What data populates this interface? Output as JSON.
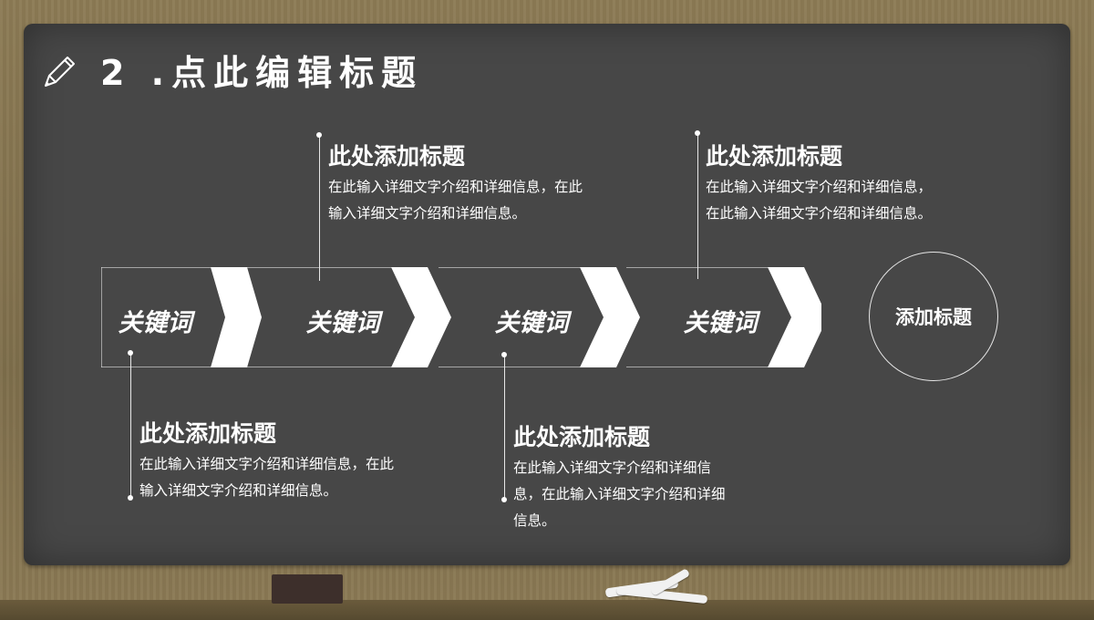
{
  "slide": {
    "title": "2 .点此编辑标题",
    "keywords": [
      "关键词",
      "关键词",
      "关键词",
      "关键词"
    ],
    "circle_label": "添加标题",
    "blocks": [
      {
        "heading": "此处添加标题",
        "body": "在此输入详细文字介绍和详细信息，在此输入详细文字介绍和详细信息。"
      },
      {
        "heading": "此处添加标题",
        "body": "在此输入详细文字介绍和详细信息，在此输入详细文字介绍和详细信息。"
      },
      {
        "heading": "此处添加标题",
        "body": "在此输入详细文字介绍和详细信息，在此输入详细文字介绍和详细信息。"
      },
      {
        "heading": "此处添加标题",
        "body": "在此输入详细文字介绍和详细信息，在此输入详细文字介绍和详细信息。"
      }
    ]
  },
  "colors": {
    "board": "#474747",
    "frame": "#8a7a55",
    "chalk": "#ffffff"
  },
  "icons": [
    "pencil-icon"
  ]
}
